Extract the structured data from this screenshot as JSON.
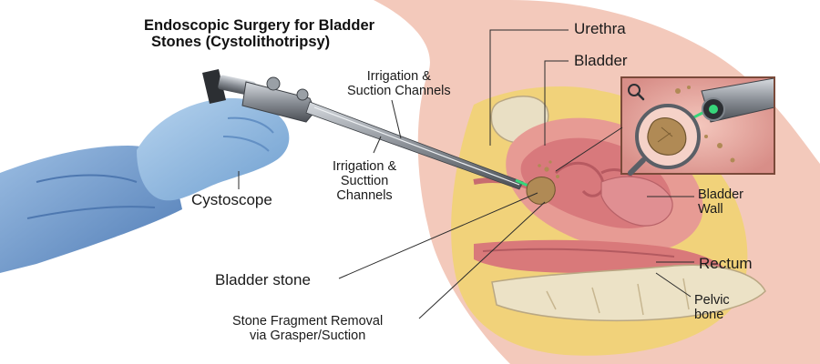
{
  "title": {
    "line1": "Endoscopic Surgery for Bladder",
    "line2": "Stones (Cystolithotripsy)"
  },
  "labels": {
    "urethra": "Urethra",
    "bladder": "Bladder",
    "irrigation_top": {
      "line1": "Irrigation &",
      "line2": "Suction Channels"
    },
    "irrigation_mid": {
      "line1": "Irrigation &",
      "line2": "Sucttion",
      "line3": "Channels"
    },
    "cystoscope": "Cystoscope",
    "bladder_wall": {
      "line1": "Bladder",
      "line2": "Wall"
    },
    "rectum": "Rectum",
    "bladder_stone": "Bladder stone",
    "pelvic_bone": {
      "line1": "Pelvic",
      "line2": "bone"
    },
    "stone_removal": {
      "line1": "Stone Fragment Removal",
      "line2": "via Grasper/Suction"
    }
  },
  "icons": {
    "magnifier": "magnifier-icon"
  },
  "colors": {
    "glove": "#8fb8de",
    "gown": "#6f97c8",
    "tissue": "#e9a8a0",
    "bladder_inner": "#d8797c",
    "fat": "#f1d27a",
    "bone": "#e9dfc4",
    "stone": "#b08a55",
    "laser": "#37d67a",
    "metal": "#8a8f96"
  }
}
